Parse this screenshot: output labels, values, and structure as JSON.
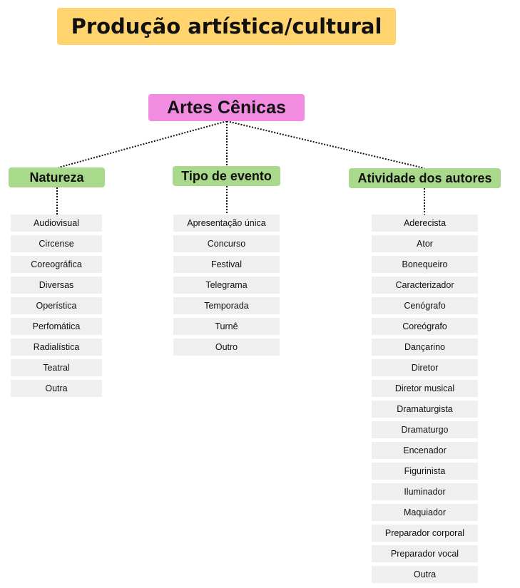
{
  "title": "Produção artística/cultural",
  "root": "Artes Cênicas",
  "categories": [
    {
      "label": "Natureza",
      "items": [
        "Audiovisual",
        "Circense",
        "Coreográfica",
        "Diversas",
        "Operística",
        "Perfomática",
        "Radialística",
        "Teatral",
        "Outra"
      ]
    },
    {
      "label": "Tipo de evento",
      "items": [
        "Apresentação única",
        "Concurso",
        "Festival",
        "Telegrama",
        "Temporada",
        "Turnê",
        "Outro"
      ]
    },
    {
      "label": "Atividade dos autores",
      "items": [
        "Aderecista",
        "Ator",
        "Bonequeiro",
        "Caracterizador",
        "Cenógrafo",
        "Coreógrafo",
        "Dançarino",
        "Diretor",
        "Diretor musical",
        "Dramaturgista",
        "Dramaturgo",
        "Encenador",
        "Figurinista",
        "Iluminador",
        "Maquiador",
        "Preparador corporal",
        "Preparador vocal",
        "Outra"
      ]
    }
  ]
}
